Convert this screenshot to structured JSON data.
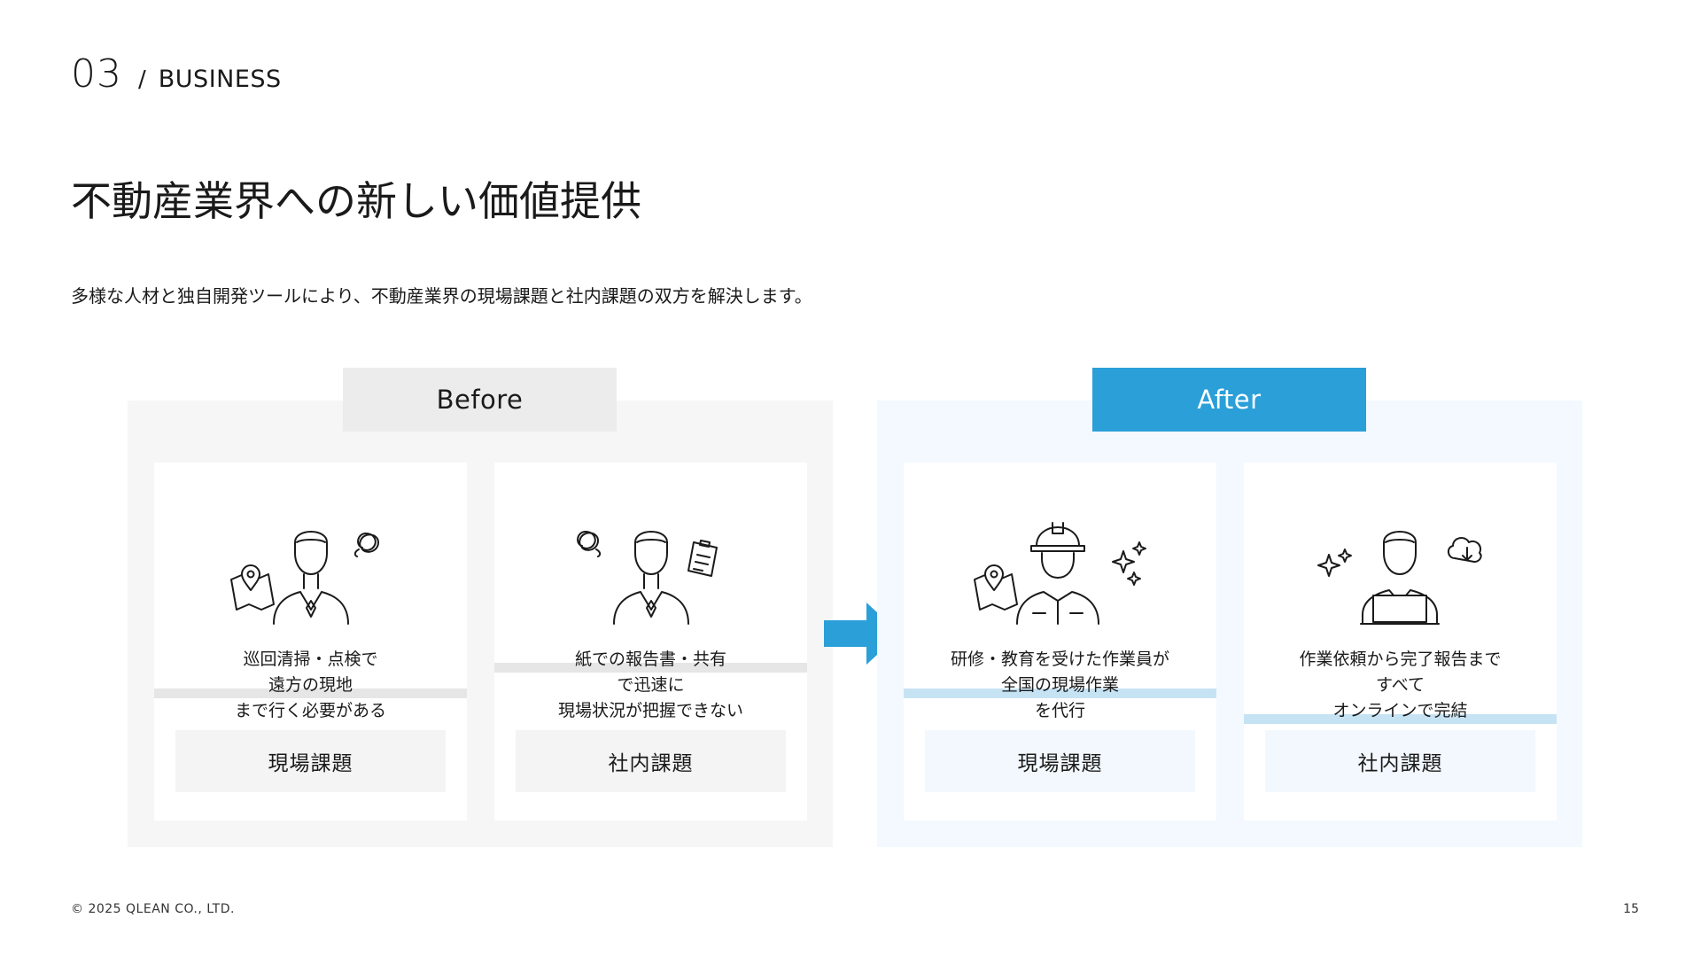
{
  "header": {
    "section_number": "03",
    "slash": "/",
    "section_name": "BUSINESS"
  },
  "title": "不動産業界への新しい価値提供",
  "lead": "多様な人材と独自開発ツールにより、不動産業界の現場課題と社内課題の双方を解決します。",
  "before": {
    "tag": "Before",
    "cards": [
      {
        "line1": "巡回清掃・点検で",
        "line2_hl": "遠方の現地",
        "line2_rest": "まで行く必要がある",
        "label": "現場課題"
      },
      {
        "line1_hl": "紙での報告書・共有",
        "line1_rest": "で迅速に",
        "line2": "現場状況が把握できない",
        "label": "社内課題"
      }
    ]
  },
  "after": {
    "tag": "After",
    "cards": [
      {
        "line1": "研修・教育を受けた作業員が",
        "line2_hl": "全国の現場作業",
        "line2_rest": "を代行",
        "label": "現場課題"
      },
      {
        "line1": "作業依頼から完了報告まで",
        "line2_pre": "すべて",
        "line2_hl": "オンラインで完結",
        "label": "社内課題"
      }
    ]
  },
  "colors": {
    "accent": "#2a9fd8",
    "before_bg": "#f6f6f6",
    "after_bg": "#f3f9fe"
  },
  "footer": {
    "copyright": "© 2025 QLEAN CO., LTD.",
    "page_number": "15"
  }
}
